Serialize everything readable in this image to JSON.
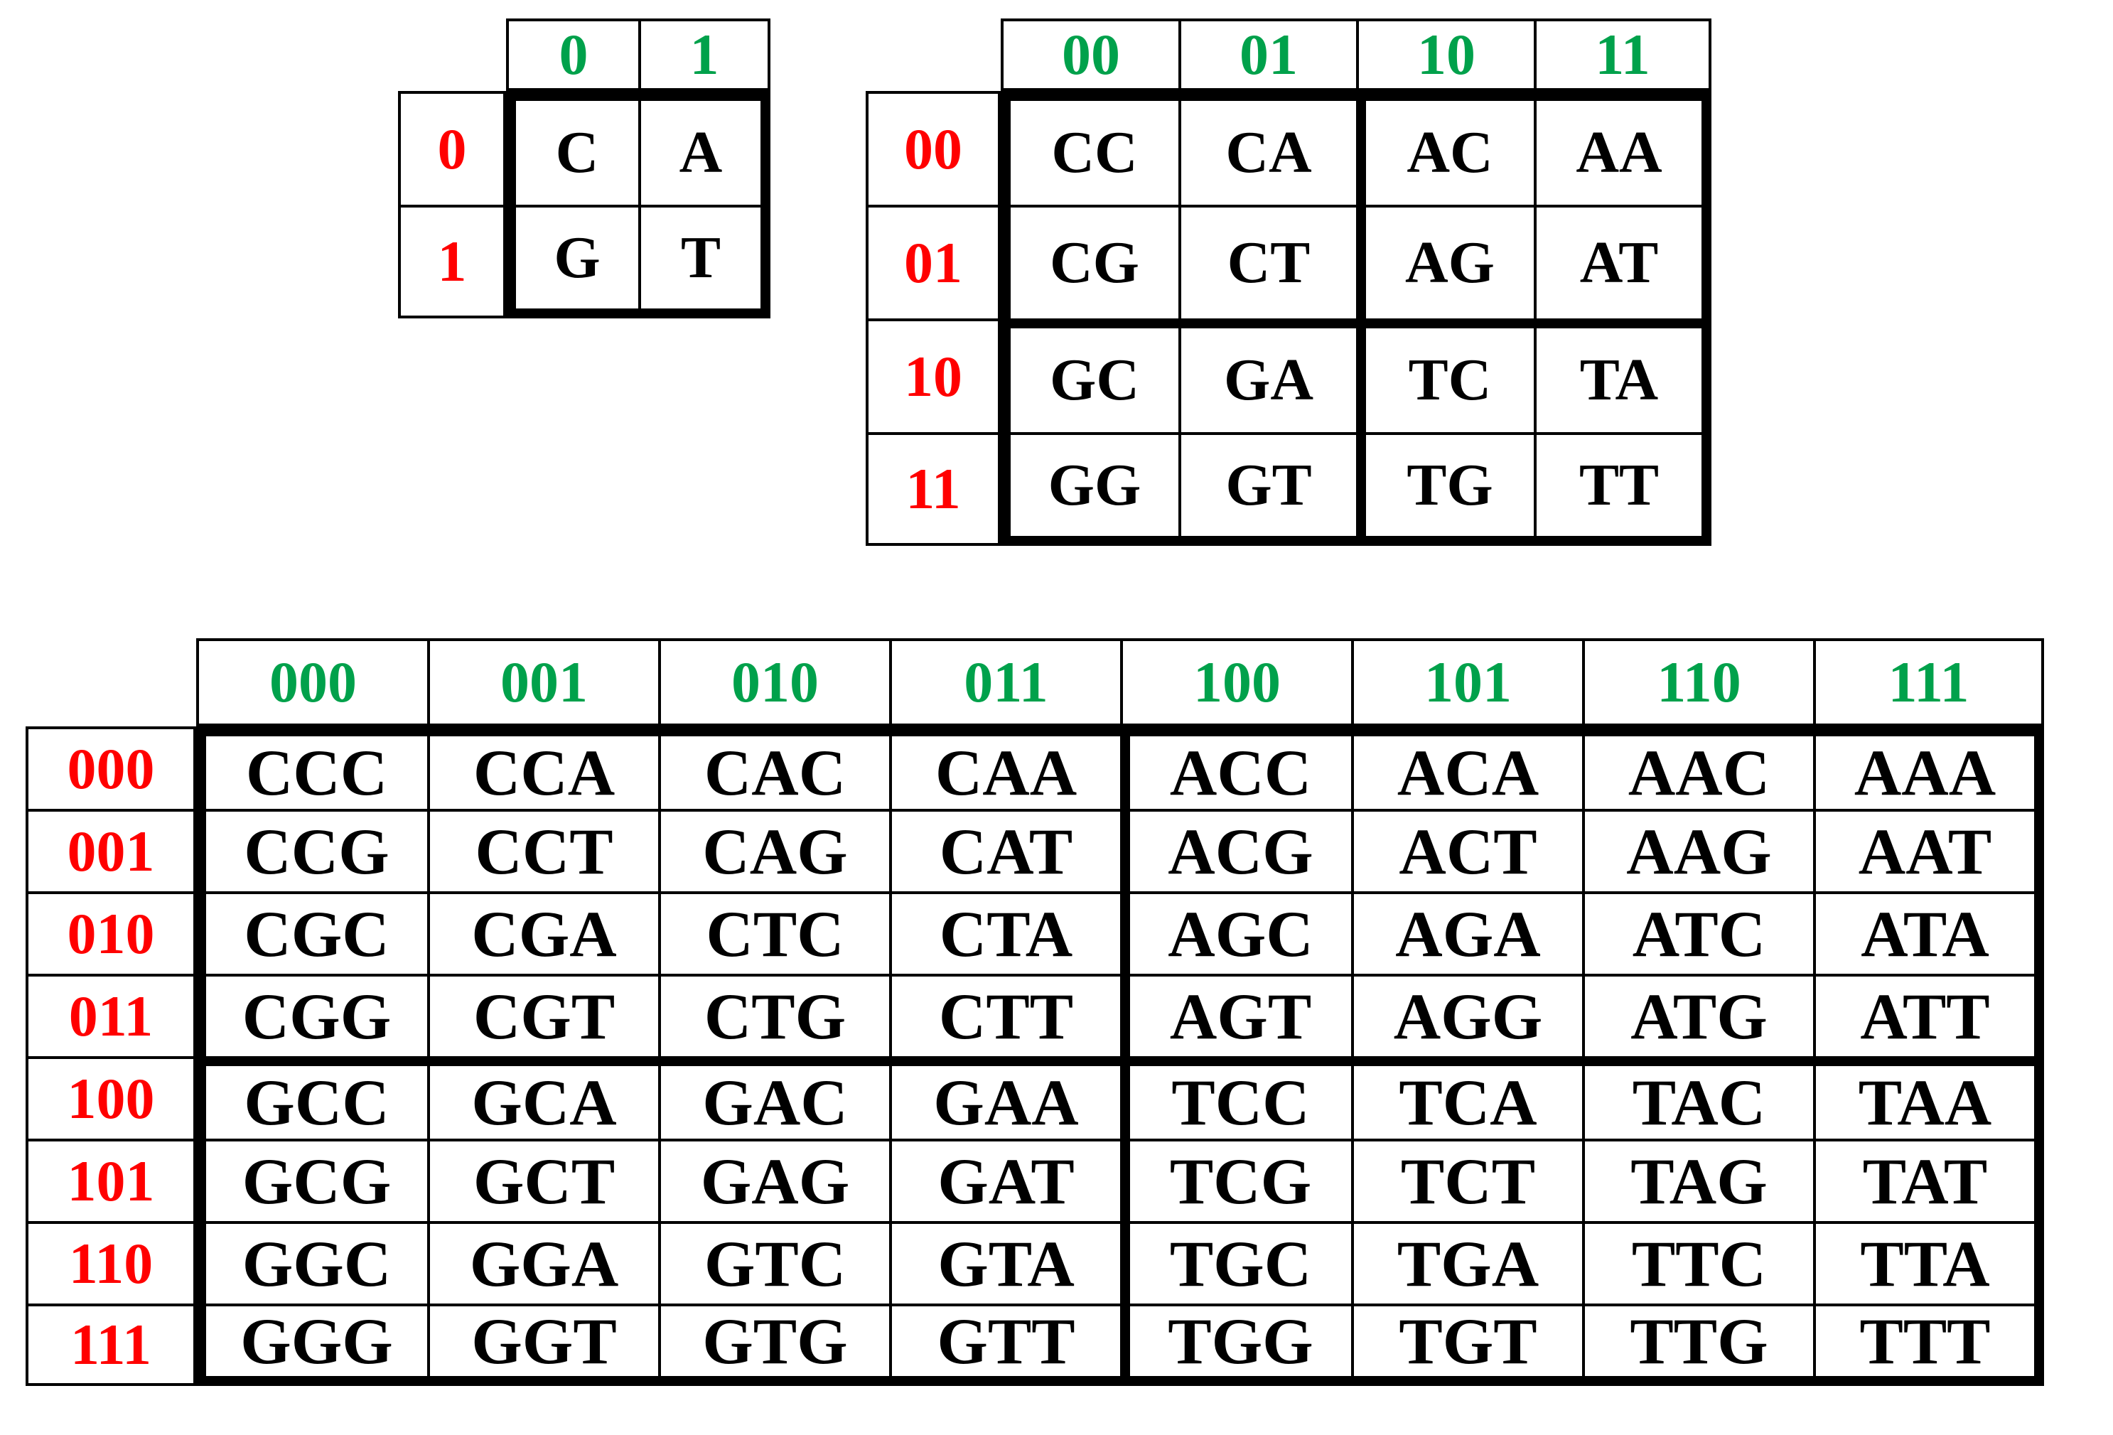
{
  "colors": {
    "column_header": "#00A14B",
    "row_header": "#FF0000",
    "cell_text": "#000000",
    "border": "#000000",
    "background": "#FFFFFF"
  },
  "tables": [
    {
      "id": "table-1bit",
      "name": "one-bit-nucleotide-map",
      "bits": 1,
      "corner_label": "",
      "column_headers": [
        "0",
        "1"
      ],
      "row_headers": [
        "0",
        "1"
      ],
      "rows": [
        [
          "C",
          "A"
        ],
        [
          "G",
          "T"
        ]
      ],
      "quadrant_split_after_column": null,
      "quadrant_split_after_row": null
    },
    {
      "id": "table-2bit",
      "name": "two-bit-dinucleotide-map",
      "bits": 2,
      "corner_label": "",
      "column_headers": [
        "00",
        "01",
        "10",
        "11"
      ],
      "row_headers": [
        "00",
        "01",
        "10",
        "11"
      ],
      "rows": [
        [
          "CC",
          "CA",
          "AC",
          "AA"
        ],
        [
          "CG",
          "CT",
          "AG",
          "AT"
        ],
        [
          "GC",
          "GA",
          "TC",
          "TA"
        ],
        [
          "GG",
          "GT",
          "TG",
          "TT"
        ]
      ],
      "quadrant_split_after_column": 2,
      "quadrant_split_after_row": 2
    },
    {
      "id": "table-3bit",
      "name": "three-bit-trinucleotide-map",
      "bits": 3,
      "corner_label": "",
      "column_headers": [
        "000",
        "001",
        "010",
        "011",
        "100",
        "101",
        "110",
        "111"
      ],
      "row_headers": [
        "000",
        "001",
        "010",
        "011",
        "100",
        "101",
        "110",
        "111"
      ],
      "rows": [
        [
          "CCC",
          "CCA",
          "CAC",
          "CAA",
          "ACC",
          "ACA",
          "AAC",
          "AAA"
        ],
        [
          "CCG",
          "CCT",
          "CAG",
          "CAT",
          "ACG",
          "ACT",
          "AAG",
          "AAT"
        ],
        [
          "CGC",
          "CGA",
          "CTC",
          "CTA",
          "AGC",
          "AGA",
          "ATC",
          "ATA"
        ],
        [
          "CGG",
          "CGT",
          "CTG",
          "CTT",
          "AGT",
          "AGG",
          "ATG",
          "ATT"
        ],
        [
          "GCC",
          "GCA",
          "GAC",
          "GAA",
          "TCC",
          "TCA",
          "TAC",
          "TAA"
        ],
        [
          "GCG",
          "GCT",
          "GAG",
          "GAT",
          "TCG",
          "TCT",
          "TAG",
          "TAT"
        ],
        [
          "GGC",
          "GGA",
          "GTC",
          "GTA",
          "TGC",
          "TGA",
          "TTC",
          "TTA"
        ],
        [
          "GGG",
          "GGT",
          "GTG",
          "GTT",
          "TGG",
          "TGT",
          "TTG",
          "TTT"
        ]
      ],
      "quadrant_split_after_column": 4,
      "quadrant_split_after_row": 4
    }
  ]
}
